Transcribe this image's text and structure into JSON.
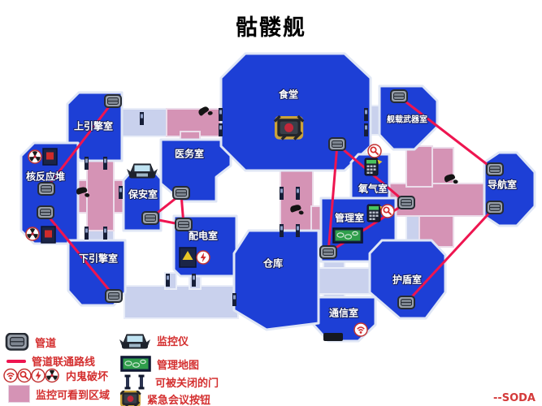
{
  "title": "骷髅舰",
  "signature": "--SODA",
  "rooms": [
    {
      "name": "upper-engine",
      "label": "上引擎室"
    },
    {
      "name": "reactor",
      "label": "核反应堆"
    },
    {
      "name": "security",
      "label": "保安室"
    },
    {
      "name": "medbay",
      "label": "医务室"
    },
    {
      "name": "electrical",
      "label": "配电室"
    },
    {
      "name": "cafeteria",
      "label": "食堂"
    },
    {
      "name": "weapons",
      "label": "舰载武器室"
    },
    {
      "name": "o2",
      "label": "氧气室"
    },
    {
      "name": "admin",
      "label": "管理室"
    },
    {
      "name": "navigation",
      "label": "导航室"
    },
    {
      "name": "shields",
      "label": "护盾室"
    },
    {
      "name": "communications",
      "label": "通信室"
    },
    {
      "name": "storage",
      "label": "仓库"
    },
    {
      "name": "lower-engine",
      "label": "下引擎室"
    }
  ],
  "legend": {
    "left": [
      {
        "icon": "vent-icon",
        "label": "管道"
      },
      {
        "icon": "vent-route-line",
        "label": "管道联通路线"
      },
      {
        "icon": "sabotage-icons",
        "label": "内鬼破坏"
      },
      {
        "icon": "camera-area-swatch",
        "label": "监控可看到区域"
      }
    ],
    "right": [
      {
        "icon": "security-monitor-icon",
        "label": "监控仪"
      },
      {
        "icon": "admin-map-icon",
        "label": "管理地图"
      },
      {
        "icon": "closable-door-icon",
        "label": "可被关闭的门"
      },
      {
        "icon": "emergency-button-icon",
        "label": "紧急会议按钮"
      }
    ]
  },
  "colors": {
    "room_fill": "#1d3fd6",
    "camera_corridor": "#d593b5",
    "corridor": "#c9d1ed",
    "vent_route": "#ee1550",
    "legend_text": "#d42f2f"
  }
}
